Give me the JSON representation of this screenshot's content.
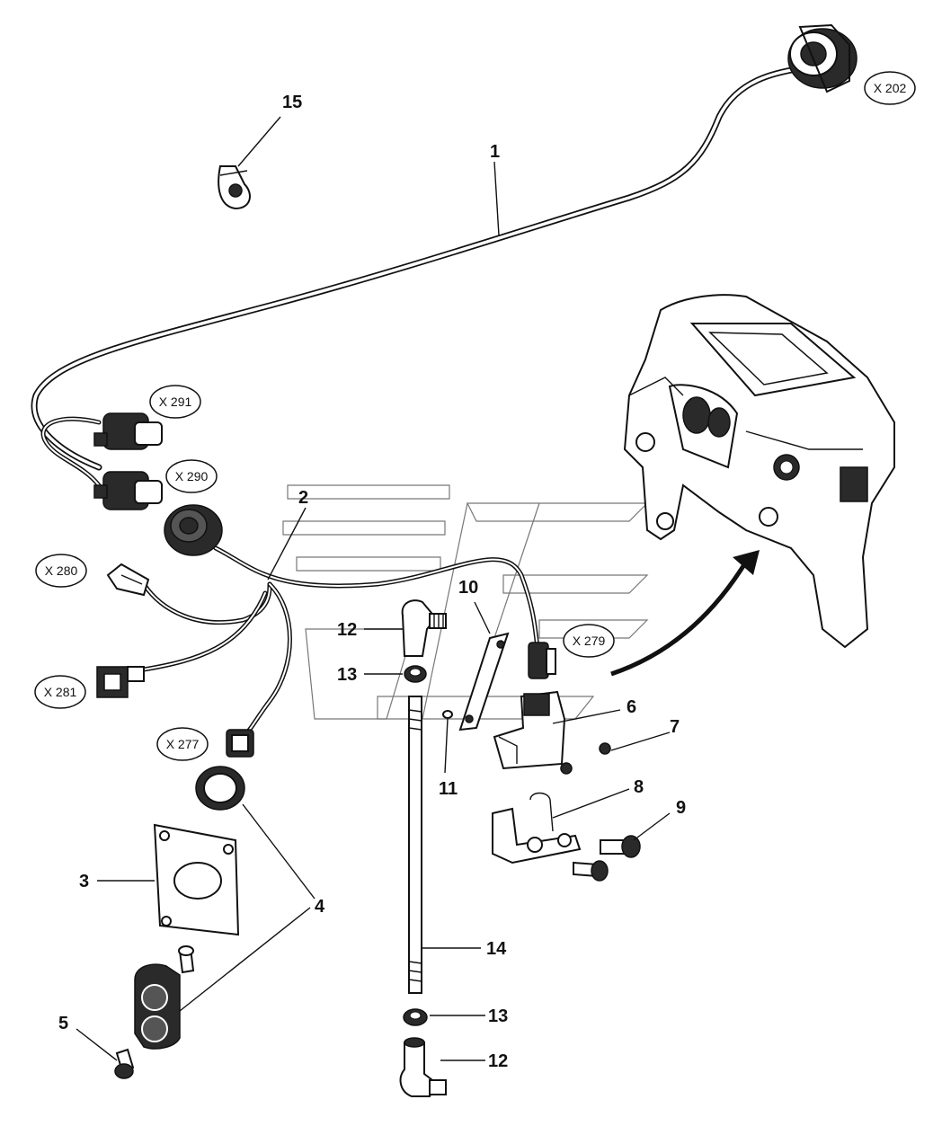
{
  "diagram": {
    "part_numbers": [
      "1",
      "2",
      "3",
      "4",
      "5",
      "6",
      "7",
      "8",
      "9",
      "10",
      "11",
      "12",
      "12",
      "13",
      "13",
      "14",
      "15"
    ],
    "connectors": [
      "X 202",
      "X 291",
      "X 290",
      "X 280",
      "X 281",
      "X 277",
      "X 279"
    ]
  }
}
